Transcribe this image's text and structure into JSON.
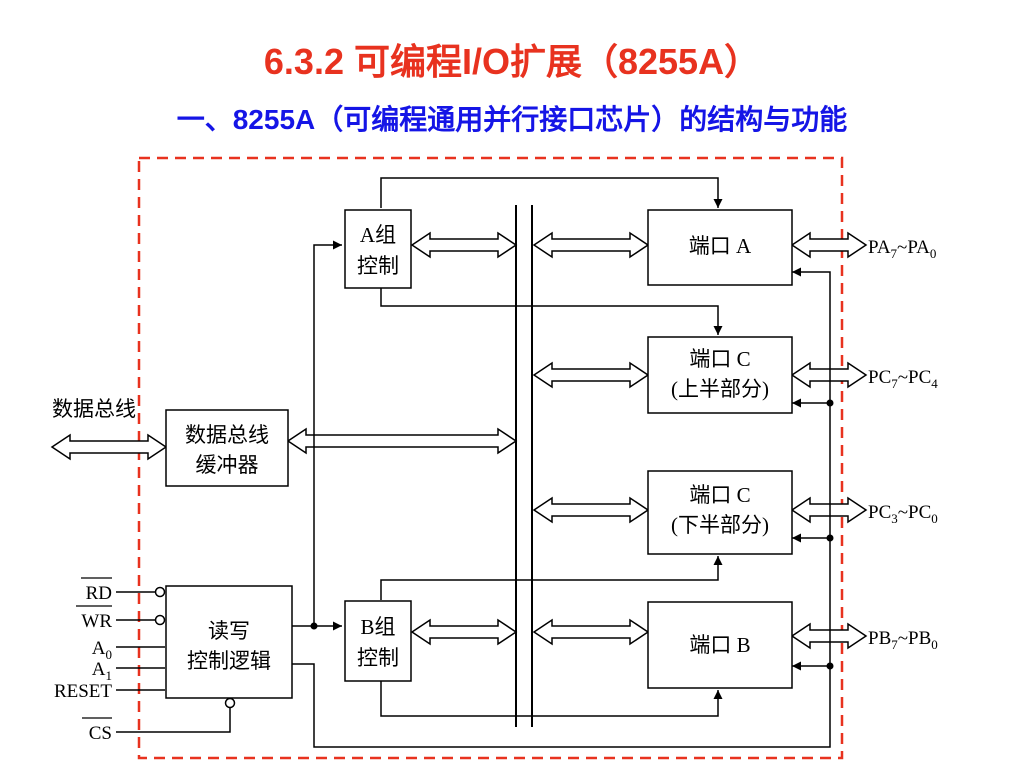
{
  "title": "6.3.2   可编程I/O扩展（8255A）",
  "subtitle": "一、8255A（可编程通用并行接口芯片）的结构与功能",
  "colors": {
    "title": "#e8321f",
    "subtitle": "#1515e6",
    "frame": "#e8321f",
    "line": "#000000"
  },
  "blocks": {
    "group_a": {
      "line1": "A组",
      "line2": "控制"
    },
    "group_b": {
      "line1": "B组",
      "line2": "控制"
    },
    "buffer": {
      "line1": "数据总线",
      "line2": "缓冲器"
    },
    "rw_logic": {
      "line1": "读写",
      "line2": "控制逻辑"
    },
    "port_a": {
      "label": "端口 A"
    },
    "port_c_upper": {
      "line1": "端口 C",
      "line2": "(上半部分)"
    },
    "port_c_lower": {
      "line1": "端口 C",
      "line2": "(下半部分)"
    },
    "port_b": {
      "label": "端口 B"
    }
  },
  "external": {
    "data_bus": "数据总线",
    "pins": {
      "rd": "RD",
      "wr": "WR",
      "a0": {
        "base": "A",
        "sub": "0"
      },
      "a1": {
        "base": "A",
        "sub": "1"
      },
      "reset": "RESET",
      "cs": "CS"
    },
    "port_labels": {
      "pa": {
        "p1": "PA",
        "s1": "7",
        "mid": "~PA",
        "s2": "0"
      },
      "pc_upper": {
        "p1": "PC",
        "s1": "7",
        "mid": "~PC",
        "s2": "4"
      },
      "pc_lower": {
        "p1": "PC",
        "s1": "3",
        "mid": "~PC",
        "s2": "0"
      },
      "pb": {
        "p1": "PB",
        "s1": "7",
        "mid": "~PB",
        "s2": "0"
      }
    }
  }
}
